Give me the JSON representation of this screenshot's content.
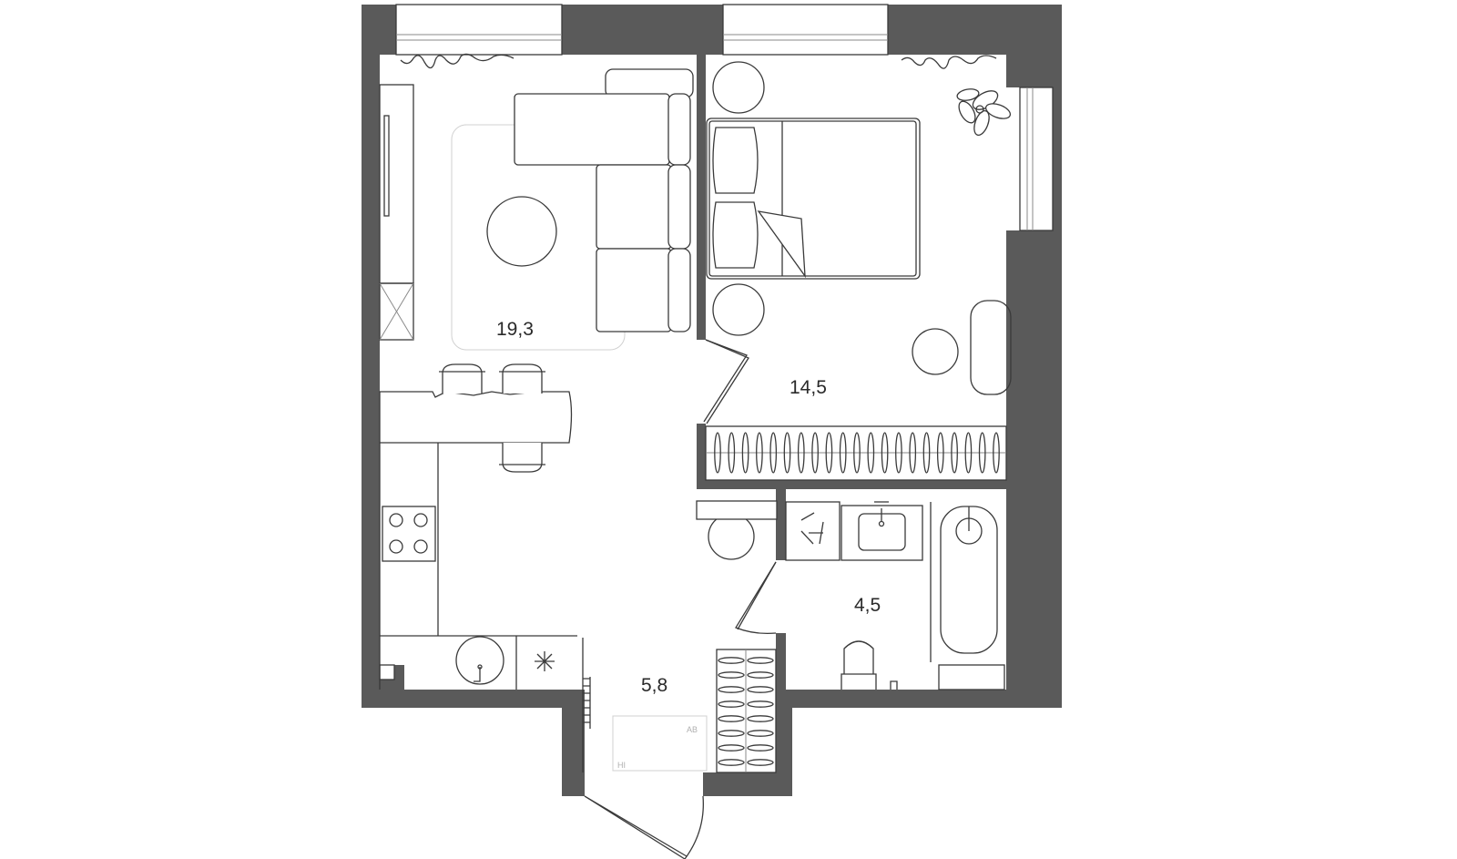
{
  "rooms": {
    "living_kitchen": {
      "area": "19,3"
    },
    "bedroom": {
      "area": "14,5"
    },
    "bathroom": {
      "area": "4,5"
    },
    "hallway": {
      "area": "5,8"
    }
  },
  "meters": {
    "top": "AB",
    "bottom": "HI"
  },
  "colors": {
    "wall": "#5a5a5a",
    "line": "#3a3a3a",
    "background": "#ffffff"
  }
}
